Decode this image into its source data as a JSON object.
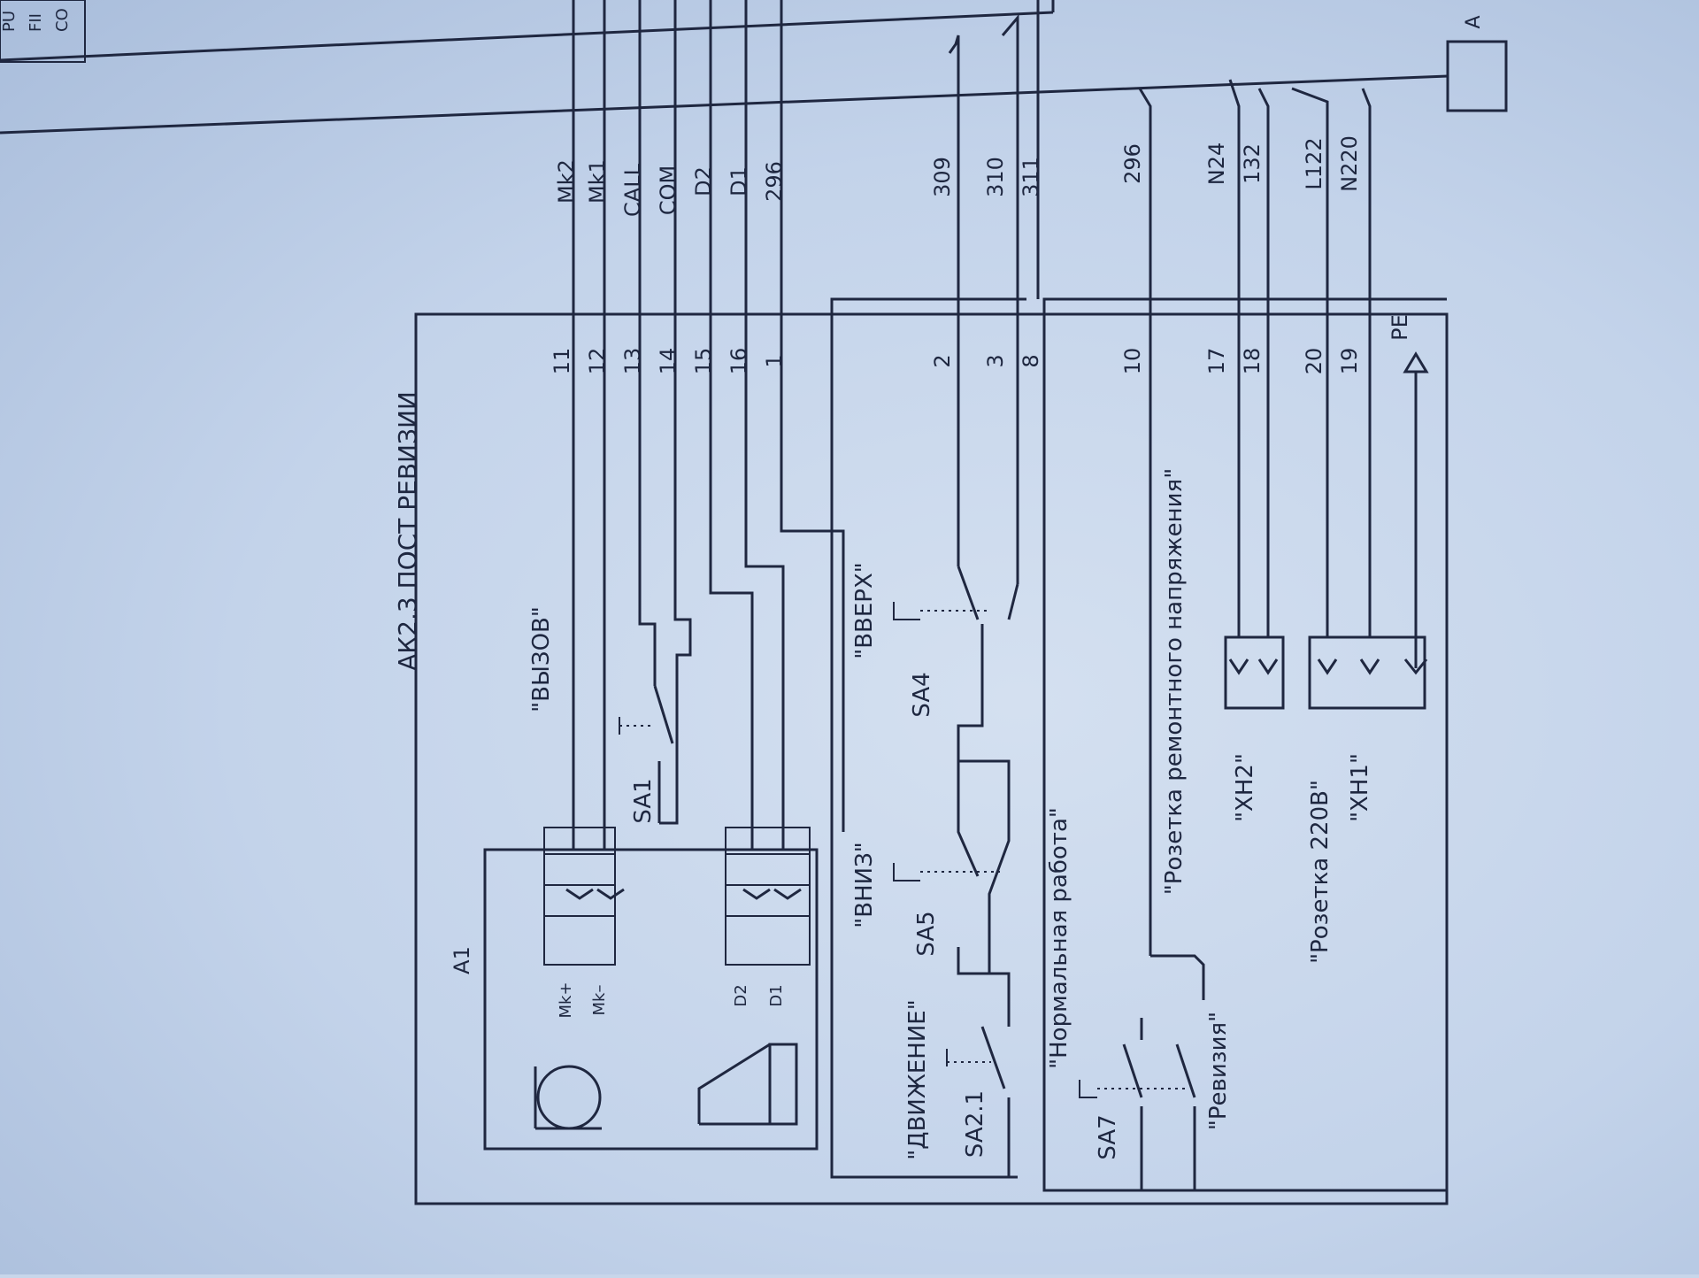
{
  "title": "АК2.3  ПОСТ РЕВИЗИИ",
  "block_label": "A1",
  "corner_label": "A",
  "corner_fragments": [
    "PU",
    "FII",
    "CO"
  ],
  "wire_labels": [
    "Mk2",
    "Mk1",
    "CALL",
    "COM",
    "D2",
    "D1",
    "296",
    "309",
    "310",
    "311",
    "296",
    "N24",
    "132",
    "L122",
    "N220"
  ],
  "terminals": [
    "11",
    "12",
    "13",
    "14",
    "15",
    "16",
    "1",
    "2",
    "3",
    "8",
    "10",
    "17",
    "18",
    "20",
    "19"
  ],
  "pe_label": "PE",
  "mic": {
    "plus": "Mk+",
    "minus": "Mk–"
  },
  "speaker": {
    "d2": "D2",
    "d1": "D1"
  },
  "switches": {
    "sa1": {
      "id": "SA1",
      "caption": "\"ВЫЗОВ\""
    },
    "sa4": {
      "id": "SA4",
      "caption": "\"ВВЕРХ\""
    },
    "sa5": {
      "id": "SA5",
      "caption": "\"ВНИЗ\""
    },
    "sa21": {
      "id": "SA2.1",
      "caption": "\"ДВИЖЕНИЕ\""
    },
    "sa7": {
      "id": "SA7",
      "caption_top": "\"Нормальная работа\"",
      "caption_bottom": "\"Ревизия\""
    }
  },
  "sockets": {
    "xh2": {
      "id": "\"XH2\"",
      "caption": "\"Розетка ремонтного напряжения\""
    },
    "xh1": {
      "id": "\"XH1\"",
      "caption": "\"Розетка 220В\""
    }
  }
}
